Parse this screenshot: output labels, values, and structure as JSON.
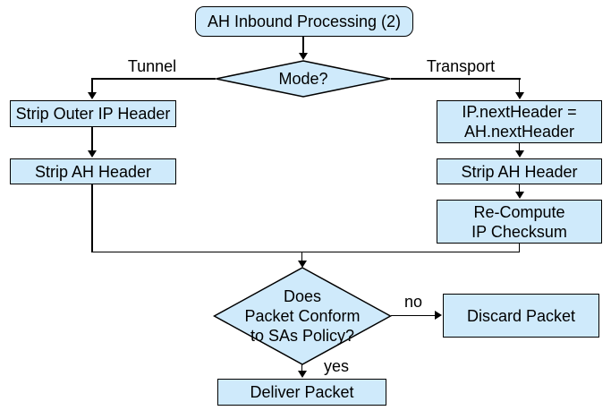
{
  "diagram": {
    "title": "AH Inbound Processing (2)",
    "type": "flowchart"
  },
  "colors": {
    "node_fill": "#cfeafb",
    "node_border": "#000000",
    "connector": "#000000",
    "background": "#ffffff",
    "text": "#000000"
  },
  "nodes": {
    "start": {
      "label": "AH Inbound Processing (2)",
      "shape": "terminator"
    },
    "mode_decision": {
      "label": "Mode?",
      "shape": "decision"
    },
    "strip_outer_ip": {
      "label": "Strip Outer IP Header",
      "shape": "process"
    },
    "strip_ah_left": {
      "label": "Strip AH Header",
      "shape": "process"
    },
    "ip_next_header": {
      "lines": [
        "IP.nextHeader =",
        "AH.nextHeader"
      ],
      "shape": "process"
    },
    "strip_ah_right": {
      "label": "Strip AH Header",
      "shape": "process"
    },
    "recompute_checksum": {
      "lines": [
        "Re-Compute",
        "IP Checksum"
      ],
      "shape": "process"
    },
    "policy_decision": {
      "lines": [
        "Does",
        "Packet Conform",
        "to SAs Policy?"
      ],
      "shape": "decision"
    },
    "discard": {
      "label": "Discard Packet",
      "shape": "process"
    },
    "deliver": {
      "label": "Deliver Packet",
      "shape": "process"
    }
  },
  "edge_labels": {
    "tunnel": "Tunnel",
    "transport": "Transport",
    "no": "no",
    "yes": "yes"
  }
}
